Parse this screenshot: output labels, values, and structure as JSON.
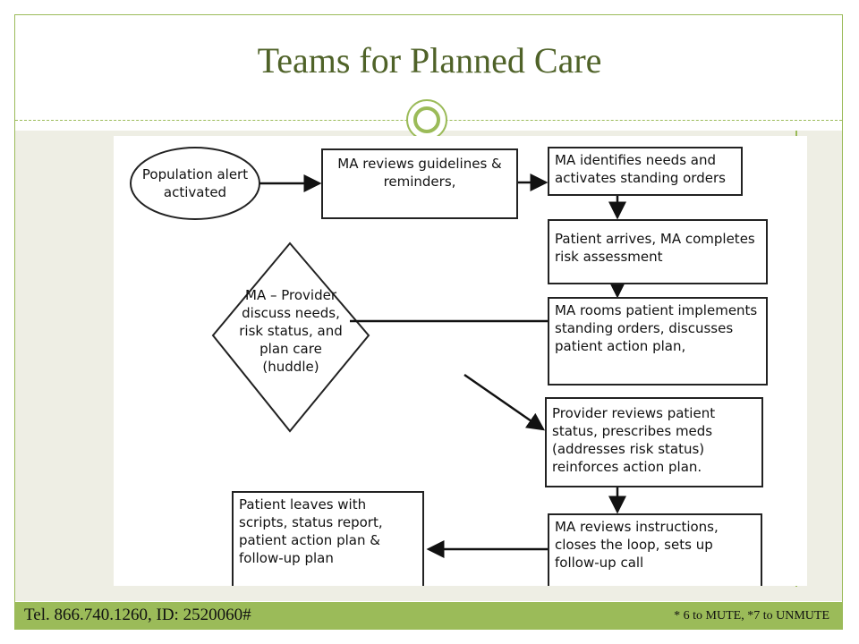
{
  "slide": {
    "title": "Teams for Planned Care"
  },
  "diagram": {
    "population_alert": "Population alert activated",
    "ma_reviews_guidelines": "MA reviews guidelines & reminders,",
    "ma_identifies_needs": "MA identifies needs and activates standing orders",
    "patient_arrives": "Patient arrives, MA completes risk assessment",
    "huddle": "MA – Provider discuss needs, risk status, and plan care (huddle)",
    "ma_rooms_patient": "MA rooms patient implements standing orders, discusses patient action plan,",
    "provider_reviews": "Provider reviews patient status, prescribes meds (addresses risk status) reinforces action plan.",
    "ma_reviews_instructions": "MA reviews instructions, closes the loop, sets up follow-up call",
    "patient_leaves": "Patient leaves with scripts, status report, patient action plan & follow-up plan"
  },
  "footer": {
    "phone": "Tel. 866.740.1260, ID: 2520060#",
    "mute_info": "* 6 to MUTE, *7  to UNMUTE"
  },
  "colors": {
    "accent": "#9bbb59",
    "title": "#4f6228",
    "background": "#eeeee4"
  }
}
